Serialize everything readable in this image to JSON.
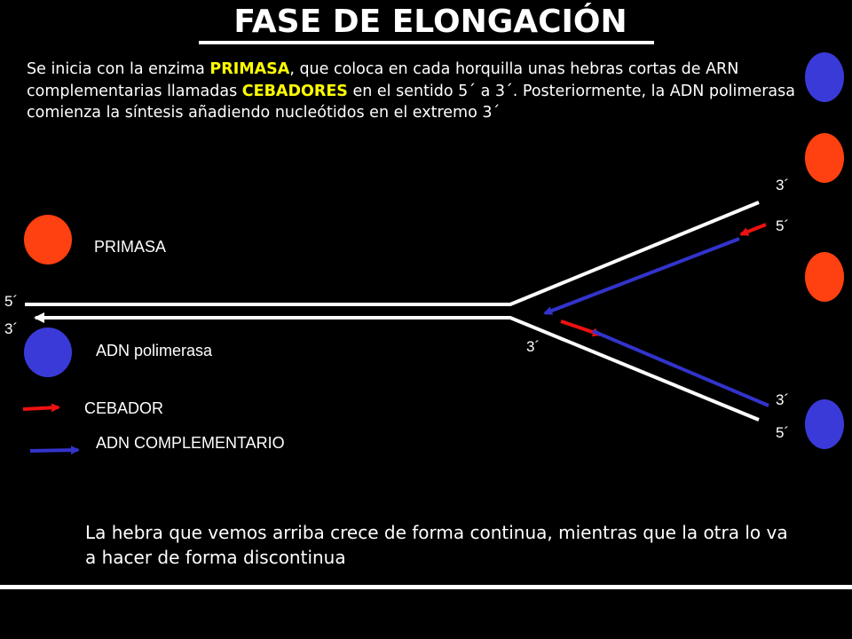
{
  "title": "FASE DE ELONGACIÓN",
  "intro": {
    "part1": "Se inicia con la enzima ",
    "primasa_word": "PRIMASA",
    "part2": ", que coloca en cada horquilla unas hebras cortas de ARN complementarias llamadas ",
    "cebadores_word": "CEBADORES",
    "part3": " en el sentido 5´ a 3´. Posteriormente, la ADN polimerasa comienza la síntesis añadiendo nucleótidos en el extremo 3´"
  },
  "legend": {
    "primasa": "PRIMASA",
    "adn_polimerasa": "ADN polimerasa",
    "cebador": "CEBADOR",
    "adn_complementario": "ADN COMPLEMENTARIO"
  },
  "strand_ends": {
    "left_top": "5´",
    "left_bottom": "3´",
    "upper_branch_top": "3´",
    "upper_branch_primer": "5´",
    "fork_center": "3´",
    "lower_branch_top": "3´",
    "lower_branch_bottom": "5´"
  },
  "colors": {
    "primasa": "#ff4010",
    "polimerasa": "#3a3ad8",
    "cebador": "#ee1111",
    "complementario": "#3333cc",
    "highlight": "#ffff00"
  },
  "bottom_text": "La hebra que vemos arriba crece de forma continua, mientras que la otra lo va a hacer de forma discontinua"
}
